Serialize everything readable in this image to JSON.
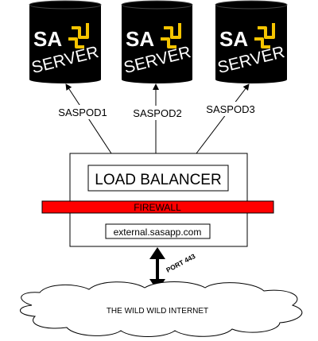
{
  "servers": [
    {
      "top_label": "SA",
      "bottom_label": "SERVER",
      "link_label": "SASPOD1"
    },
    {
      "top_label": "SA",
      "bottom_label": "SERVER",
      "link_label": "SASPOD2"
    },
    {
      "top_label": "SA",
      "bottom_label": "SERVER",
      "link_label": "SASPOD3"
    }
  ],
  "load_balancer": {
    "label": "LOAD BALANCER"
  },
  "firewall": {
    "label": "FIREWALL",
    "color": "#ff0000"
  },
  "hostname": {
    "label": "external.sasapp.com"
  },
  "port": {
    "label": "PORT 443"
  },
  "internet": {
    "label": "THE WILD WILD INTERNET"
  },
  "colors": {
    "server_body": "#000000",
    "logo_accent": "#f5c400",
    "server_text": "#ffffff"
  },
  "icons": {
    "server": "sas-server-cylinder-icon",
    "port_link": "double-arrow-icon",
    "internet": "cloud-icon"
  }
}
